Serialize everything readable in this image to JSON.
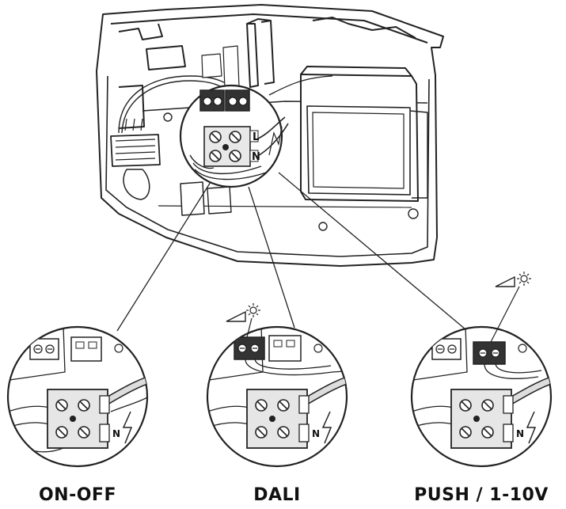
{
  "diagram": {
    "terminal_labels": {
      "live": "L",
      "neutral": "N"
    },
    "panels": [
      {
        "id": "on-off",
        "label": "ON-OFF",
        "has_dim_control": false
      },
      {
        "id": "dali",
        "label": "DALI",
        "has_dim_control": true
      },
      {
        "id": "push",
        "label": "PUSH / 1-10V",
        "has_dim_control": true
      }
    ],
    "colors": {
      "line": "#222222",
      "fill": "#ffffff",
      "shade": "#d9d9d9",
      "dark": "#3a3a3a"
    },
    "icons": [
      "dimmer-ramp-icon",
      "light-bulb-sun-icon",
      "lightning-bolt-icon",
      "terminal-screw-icon"
    ]
  }
}
